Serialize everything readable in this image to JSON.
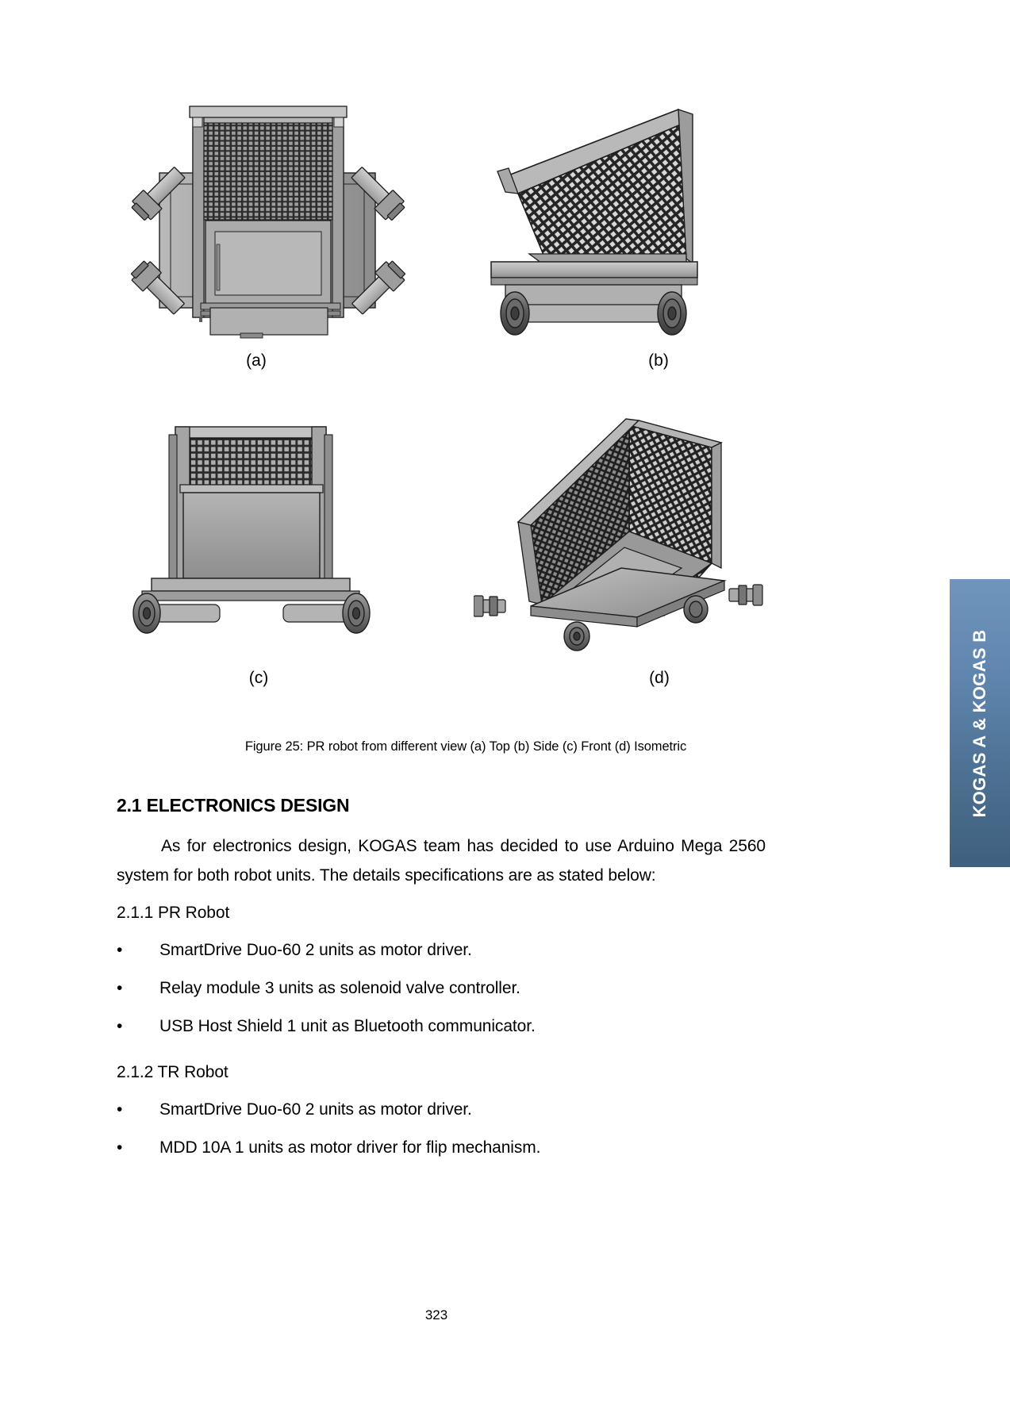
{
  "document": {
    "page_number": "323"
  },
  "figure": {
    "panels": [
      {
        "key": "a",
        "label": "(a)",
        "view": "Top",
        "alt": "CAD render of PR robot, top view"
      },
      {
        "key": "b",
        "label": "(b)",
        "view": "Side",
        "alt": "CAD render of PR robot, side view with tilted mesh hopper"
      },
      {
        "key": "c",
        "label": "(c)",
        "view": "Front",
        "alt": "CAD render of PR robot, front view"
      },
      {
        "key": "d",
        "label": "(d)",
        "view": "Isometric",
        "alt": "CAD render of PR robot, isometric view"
      }
    ],
    "caption": "Figure 25: PR robot from different view (a) Top (b) Side (c) Front (d) Isometric"
  },
  "content": {
    "section_heading": "2.1 ELECTRONICS DESIGN",
    "intro_paragraph": "As for electronics design, KOGAS team has decided to use Arduino Mega 2560 system for both robot units. The details specifications are as stated below:",
    "subsection_1": {
      "heading": "2.1.1 PR Robot",
      "bullet_marker": "•",
      "items": [
        "SmartDrive Duo-60 2 units as motor driver.",
        "Relay module 3 units as solenoid valve controller.",
        "USB Host Shield 1 unit as Bluetooth communicator."
      ]
    },
    "subsection_2": {
      "heading": "2.1.2 TR Robot",
      "bullet_marker": "•",
      "items": [
        "SmartDrive Duo-60 2 units as motor driver.",
        "MDD 10A 1 units as motor driver for flip mechanism."
      ]
    }
  },
  "side_tab": {
    "label": "KOGAS A & KOGAS B",
    "color_top": "#6f95bd",
    "color_bottom": "#3f5f7d",
    "text_color": "#ffffff"
  },
  "palette": {
    "metal_light": "#c9c9c9",
    "metal_mid": "#a9a9a9",
    "metal_dark": "#6e6e6e",
    "metal_darker": "#4a4a4a",
    "mesh_dark": "#2b2b2b",
    "outline": "#1c1c1c",
    "page_background": "#ffffff"
  }
}
